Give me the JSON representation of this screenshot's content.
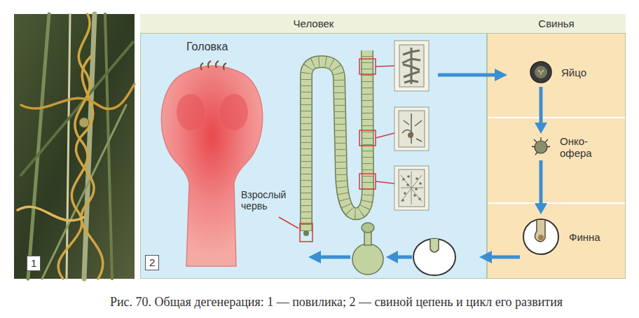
{
  "diagram": {
    "caption": "Рис. 70. Общая дегенерация: 1 — повилика; 2 — свиной цепень и цикл его развития",
    "nodes": [
      {
        "text": [
          "Человек"
        ]
      },
      {
        "text": [
          "Свинья"
        ]
      },
      {
        "text": [
          "Яйцо"
        ],
        "in": 1
      },
      {
        "text": [
          "Онко- офера"
        ],
        "in": 1
      },
      {
        "text": [
          "Финна"
        ],
        "in": 1
      }
    ],
    "edges": [
      {
        "from": 2,
        "to": 3,
        "arrow": "to"
      },
      {
        "from": 3,
        "to": 4,
        "arrow": "to"
      }
    ],
    "labels": [
      "1",
      "Головка",
      "Взрослый червь",
      "2"
    ]
  }
}
